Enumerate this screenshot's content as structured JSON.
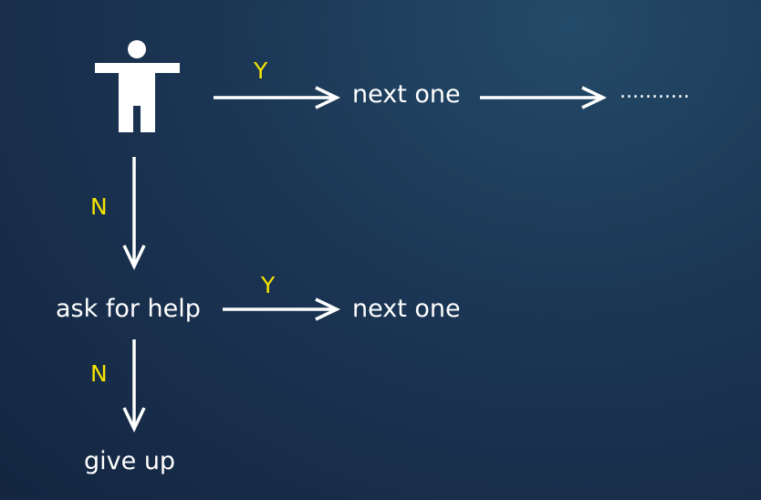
{
  "nodes": {
    "next1": "next one",
    "dots": "...........",
    "ask": "ask for help",
    "next2": "next one",
    "give": "give up"
  },
  "labels": {
    "y1": "Y",
    "n1": "N",
    "y2": "Y",
    "n2": "N"
  },
  "colors": {
    "text": "#ffffff",
    "label": "#f5e400"
  }
}
